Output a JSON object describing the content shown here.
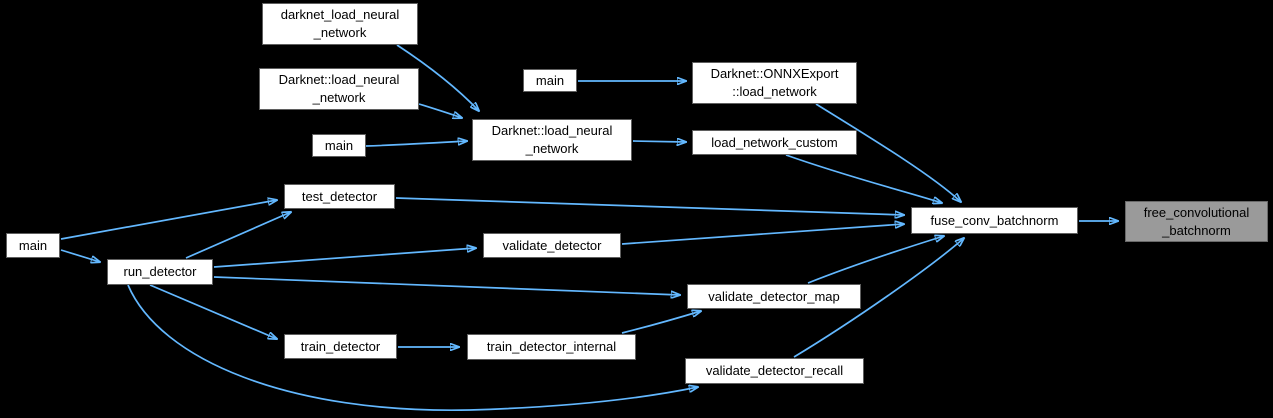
{
  "graph": {
    "type": "call-graph",
    "colors": {
      "background": "#000000",
      "edge": "#63b8ff",
      "node_fill": "#ffffff",
      "node_border": "#5f5f5f",
      "focus_node_fill": "#9a9a9a",
      "focus_node_border": "#696969",
      "text": "#000000"
    },
    "nodes": [
      {
        "id": "darknet_load_neural_network",
        "label": "darknet_load_neural\n_network"
      },
      {
        "id": "Darknet_load_neural_network_caller",
        "label": "Darknet::load_neural\n_network"
      },
      {
        "id": "main_2",
        "label": "main"
      },
      {
        "id": "Darknet_load_neural_network",
        "label": "Darknet::load_neural\n_network"
      },
      {
        "id": "main_3",
        "label": "main"
      },
      {
        "id": "Darknet_ONNXExport_load_network",
        "label": "Darknet::ONNXExport\n::load_network"
      },
      {
        "id": "load_network_custom",
        "label": "load_network_custom"
      },
      {
        "id": "test_detector",
        "label": "test_detector"
      },
      {
        "id": "main_1",
        "label": "main"
      },
      {
        "id": "run_detector",
        "label": "run_detector"
      },
      {
        "id": "validate_detector",
        "label": "validate_detector"
      },
      {
        "id": "validate_detector_map",
        "label": "validate_detector_map"
      },
      {
        "id": "train_detector",
        "label": "train_detector"
      },
      {
        "id": "train_detector_internal",
        "label": "train_detector_internal"
      },
      {
        "id": "validate_detector_recall",
        "label": "validate_detector_recall"
      },
      {
        "id": "fuse_conv_batchnorm",
        "label": "fuse_conv_batchnorm"
      },
      {
        "id": "free_convolutional_batchnorm",
        "label": "free_convolutional\n_batchnorm",
        "focus": true
      }
    ],
    "edges": [
      {
        "from": "darknet_load_neural_network",
        "to": "Darknet_load_neural_network"
      },
      {
        "from": "Darknet_load_neural_network_caller",
        "to": "Darknet_load_neural_network"
      },
      {
        "from": "main_2",
        "to": "Darknet_load_neural_network"
      },
      {
        "from": "main_3",
        "to": "Darknet_ONNXExport_load_network"
      },
      {
        "from": "Darknet_load_neural_network",
        "to": "load_network_custom"
      },
      {
        "from": "Darknet_ONNXExport_load_network",
        "to": "fuse_conv_batchnorm"
      },
      {
        "from": "load_network_custom",
        "to": "fuse_conv_batchnorm"
      },
      {
        "from": "test_detector",
        "to": "fuse_conv_batchnorm"
      },
      {
        "from": "validate_detector",
        "to": "fuse_conv_batchnorm"
      },
      {
        "from": "validate_detector_map",
        "to": "fuse_conv_batchnorm"
      },
      {
        "from": "validate_detector_recall",
        "to": "fuse_conv_batchnorm"
      },
      {
        "from": "train_detector_internal",
        "to": "validate_detector_map"
      },
      {
        "from": "train_detector",
        "to": "train_detector_internal"
      },
      {
        "from": "run_detector",
        "to": "test_detector"
      },
      {
        "from": "run_detector",
        "to": "validate_detector"
      },
      {
        "from": "run_detector",
        "to": "validate_detector_map"
      },
      {
        "from": "run_detector",
        "to": "train_detector"
      },
      {
        "from": "run_detector",
        "to": "validate_detector_recall"
      },
      {
        "from": "main_1",
        "to": "test_detector"
      },
      {
        "from": "main_1",
        "to": "run_detector"
      },
      {
        "from": "fuse_conv_batchnorm",
        "to": "free_convolutional_batchnorm"
      }
    ]
  }
}
